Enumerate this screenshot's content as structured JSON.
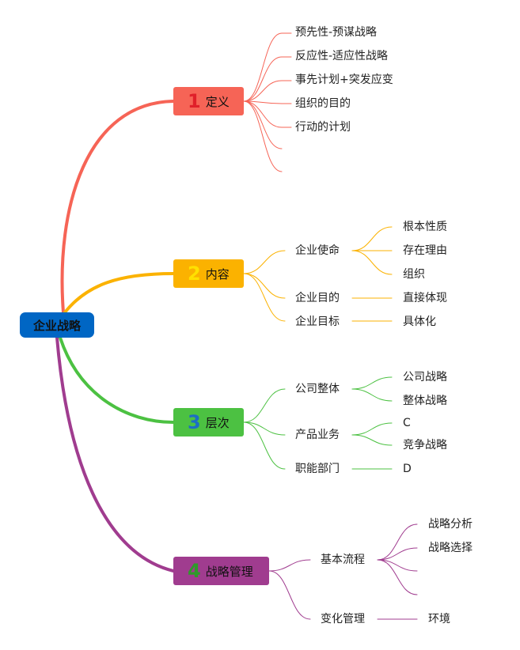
{
  "root": {
    "label": "企业战略",
    "color": "#0066c4"
  },
  "branches": [
    {
      "number": "1",
      "label": "定义",
      "color": "#f66456",
      "number_color": "#e0202a",
      "items": [
        "预先性-预谋战略",
        "反应性-适应性战略",
        "事先计划+突发应变",
        "组织的目的",
        "行动的计划"
      ]
    },
    {
      "number": "2",
      "label": "内容",
      "color": "#fbb200",
      "number_color": "#ffe000",
      "items": [
        {
          "label": "企业使命",
          "children": [
            "根本性质",
            "存在理由",
            "组织"
          ]
        },
        {
          "label": "企业目的",
          "children": [
            "直接体现"
          ]
        },
        {
          "label": "企业目标",
          "children": [
            "具体化"
          ]
        }
      ]
    },
    {
      "number": "3",
      "label": "层次",
      "color": "#4cc142",
      "number_color": "#1d6ec4",
      "items": [
        {
          "label": "公司整体",
          "children": [
            "公司战略",
            "整体战略"
          ]
        },
        {
          "label": "产品业务",
          "children": [
            "C",
            "竞争战略"
          ]
        },
        {
          "label": "职能部门",
          "children": [
            "D"
          ]
        }
      ]
    },
    {
      "number": "4",
      "label": "战略管理",
      "color": "#a03c8f",
      "number_color": "#2f9a2a",
      "items": [
        {
          "label": "基本流程",
          "children": [
            "战略分析",
            "战略选择"
          ]
        },
        {
          "label": "变化管理",
          "children": [
            "环境"
          ]
        }
      ]
    }
  ]
}
